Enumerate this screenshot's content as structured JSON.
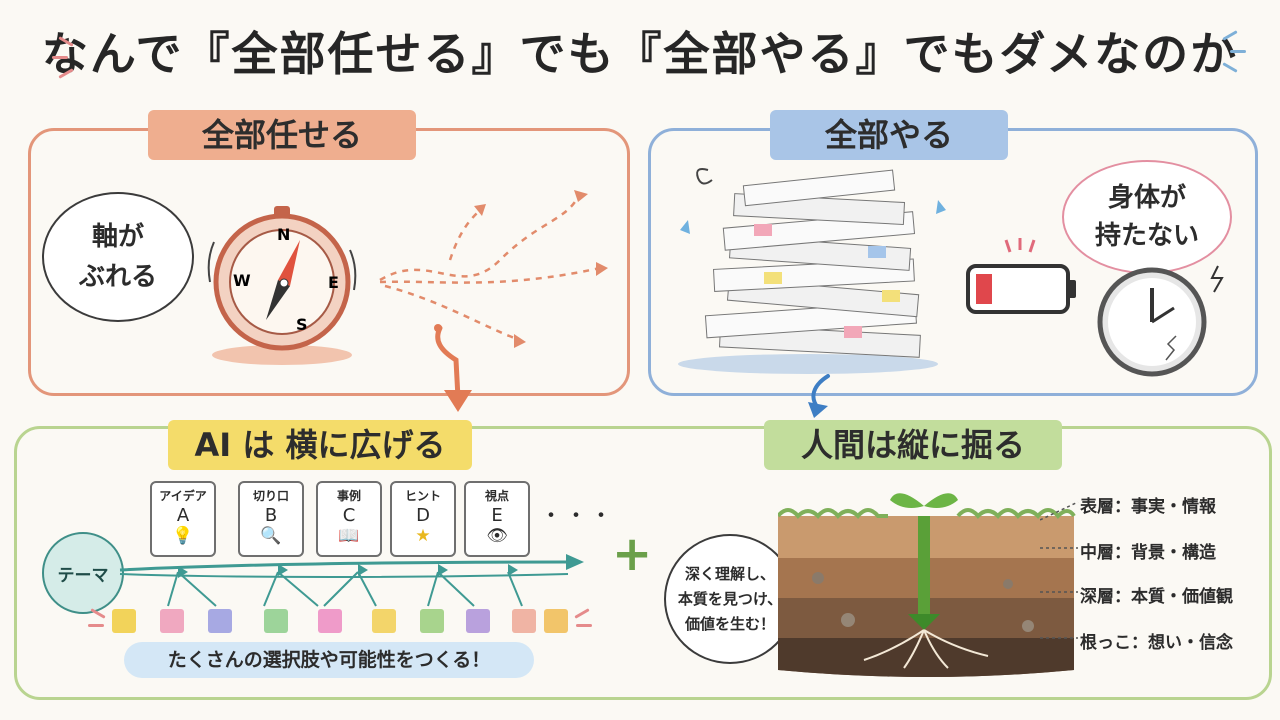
{
  "title": "なんで『全部任せる』でも『全部やる』でもダメなのか",
  "left_panel": {
    "banner": "全部任せる",
    "bubble": [
      "軸が",
      "ぶれる"
    ],
    "compass": {
      "n": "N",
      "e": "E",
      "s": "S",
      "w": "W"
    }
  },
  "right_panel": {
    "banner": "全部やる",
    "bubble": [
      "身体が",
      "持たない"
    ]
  },
  "bottom_left": {
    "banner": "AI は 横に広げる",
    "theme": "テーマ",
    "cards": [
      {
        "label": "アイデア",
        "letter": "A",
        "icon": "lightbulb-icon",
        "glyph": "💡"
      },
      {
        "label": "切り口",
        "letter": "B",
        "icon": "magnifier-icon",
        "glyph": "🔍"
      },
      {
        "label": "事例",
        "letter": "C",
        "icon": "book-icon",
        "glyph": "📖"
      },
      {
        "label": "ヒント",
        "letter": "D",
        "icon": "star-icon",
        "glyph": "★"
      },
      {
        "label": "視点",
        "letter": "E",
        "icon": "eye-icon",
        "glyph": "👁"
      }
    ],
    "ellipsis": "・・・",
    "caption": "たくさんの選択肢や可能性をつくる！",
    "square_colors": [
      "#f2d35a",
      "#f0a8c0",
      "#a7a9e3",
      "#9dd49a",
      "#ef9bc9",
      "#f3d56a",
      "#a8d48d",
      "#b9a1dd",
      "#f0b4a4",
      "#f2c56a"
    ]
  },
  "plus": "+",
  "bottom_right": {
    "banner": "人間は縦に掘る",
    "bubble": [
      "深く理解し、",
      "本質を見つけ、",
      "価値を生む！"
    ],
    "layers": [
      "表層：事実・情報",
      "中層：背景・構造",
      "深層：本質・価値観",
      "根っこ：想い・信念"
    ]
  },
  "colors": {
    "left_border": "#e3967a",
    "right_border": "#8fb0d9",
    "bottom_border": "#b9d490",
    "teal_arrow": "#3f9a93",
    "plus_green": "#6ba04a"
  }
}
